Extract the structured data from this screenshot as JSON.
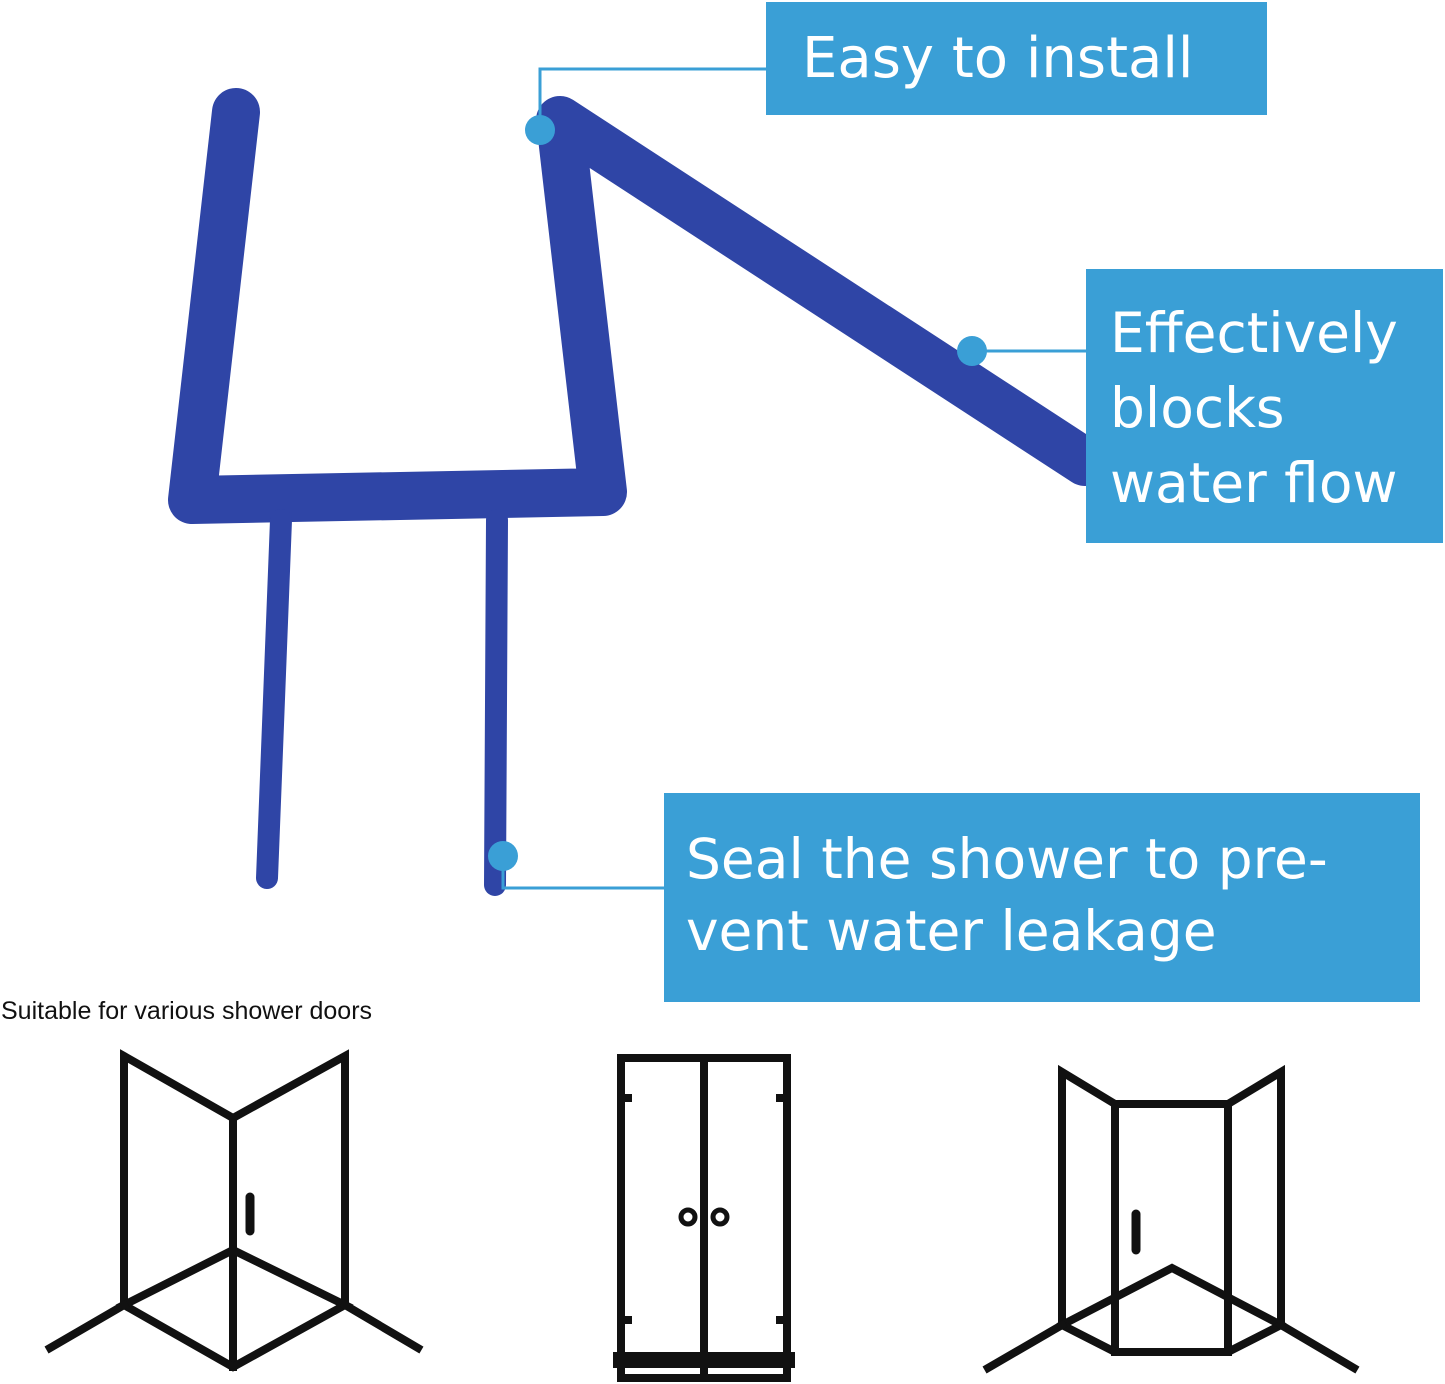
{
  "colors": {
    "seal_blue": "#2f45a6",
    "callout_bg": "#3a9fd6",
    "callout_text": "#ffffff",
    "icon_stroke": "#111111"
  },
  "callouts": {
    "install": "Easy to install",
    "blocks": [
      "Effectively",
      "blocks",
      "water flow"
    ],
    "seal": [
      "Seal the shower to pre-",
      "vent water leakage"
    ]
  },
  "caption": "Suitable for various shower doors",
  "icons": [
    "corner-shower-door-icon",
    "double-shower-door-icon",
    "diamond-shower-enclosure-icon"
  ]
}
